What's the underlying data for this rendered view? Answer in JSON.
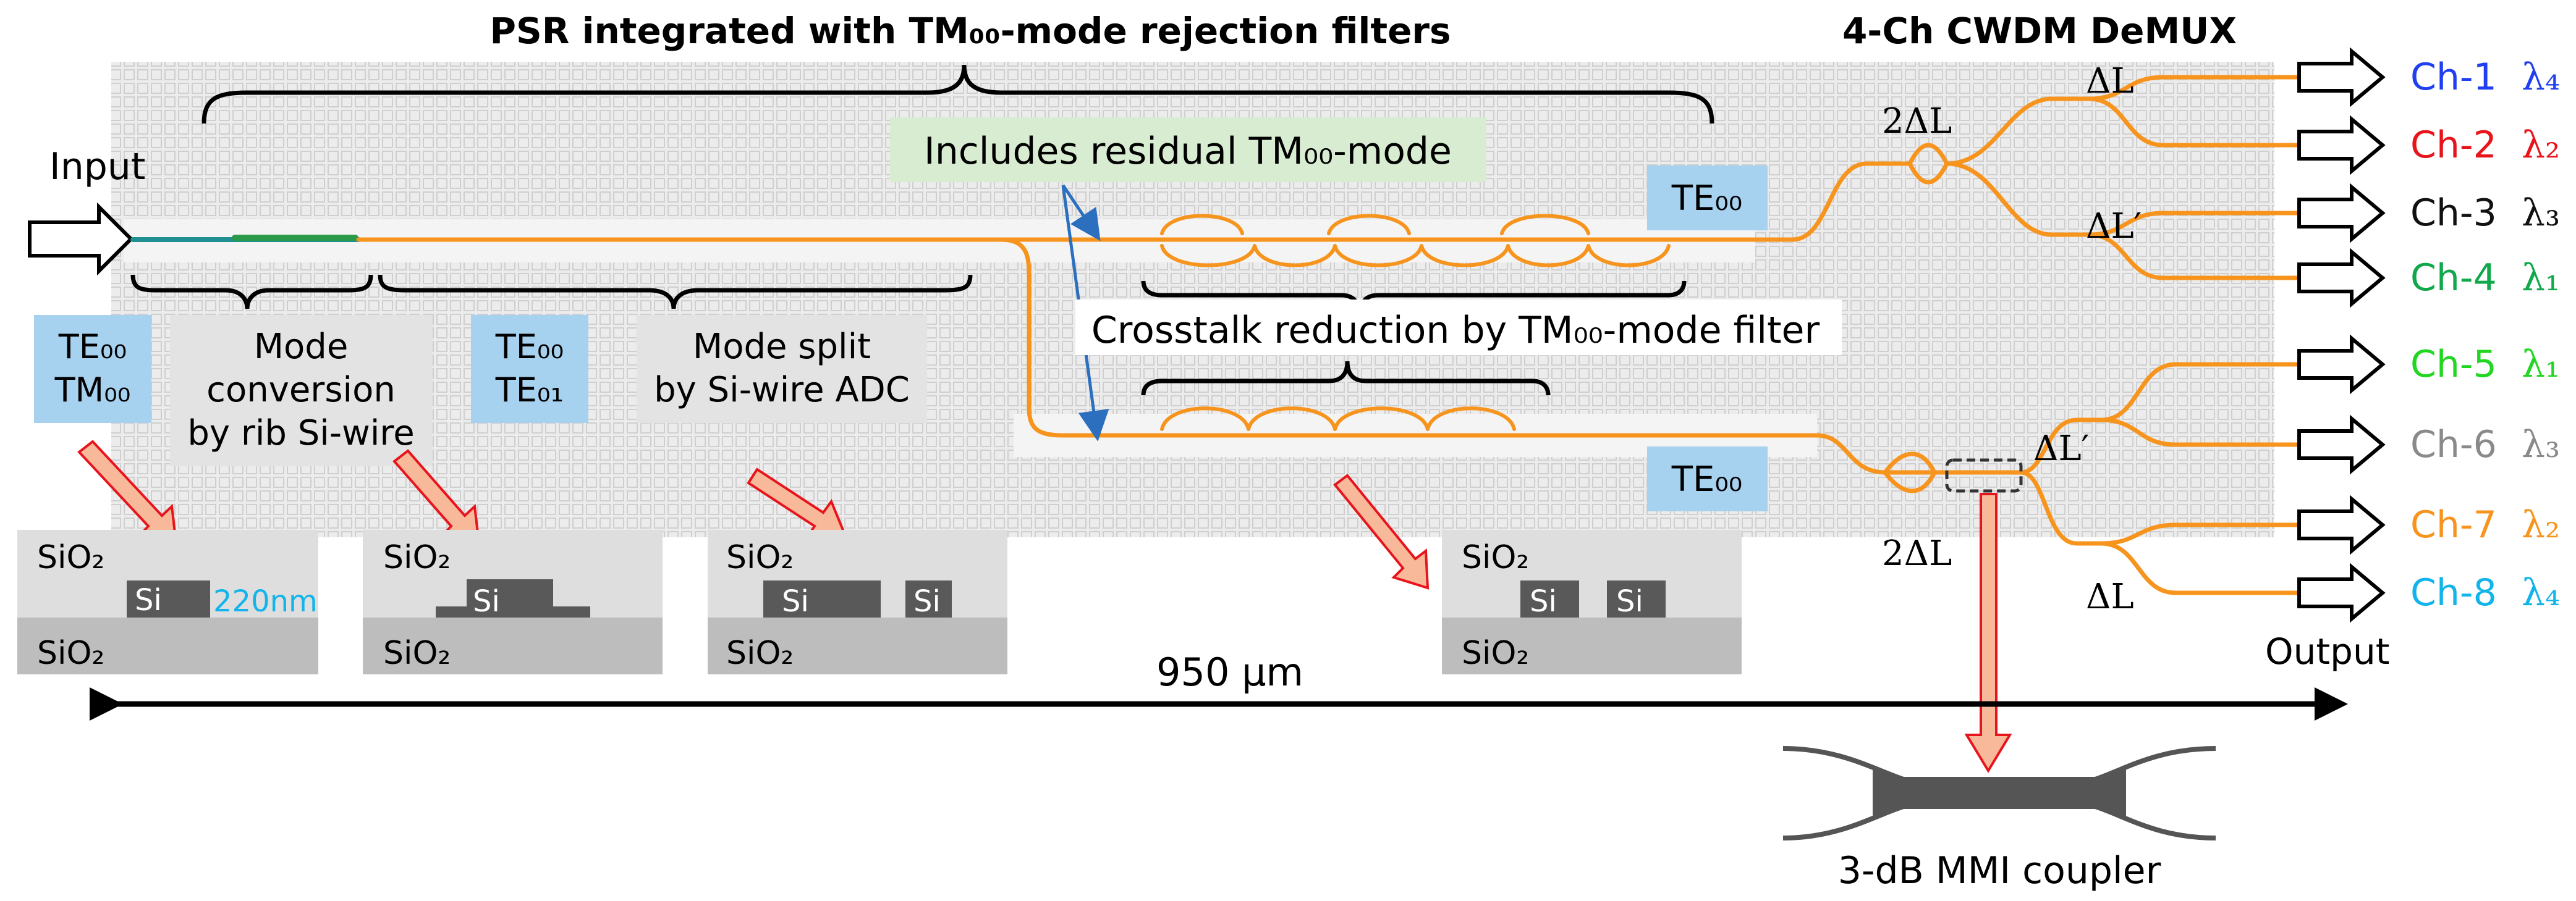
{
  "headings": {
    "psr": "PSR integrated with TM₀₀-mode rejection filters",
    "demux": "4-Ch CWDM DeMUX"
  },
  "labels": {
    "input": "Input",
    "output": "Output",
    "residual": "Includes residual TM₀₀-mode",
    "crosstalk": "Crosstalk reduction by TM₀₀-mode filter",
    "mode_conversion": [
      "Mode",
      "conversion",
      "by rib Si-wire"
    ],
    "mode_split": [
      "Mode split",
      "by Si-wire ADC"
    ],
    "length": "950 μm",
    "mmi": "3-dB MMI coupler"
  },
  "mode_boxes": {
    "in_1": "TE₀₀",
    "in_2": "TM₀₀",
    "mid_1": "TE₀₀",
    "mid_2": "TE₀₁",
    "te_top": "TE₀₀",
    "te_bottom": "TE₀₀"
  },
  "delays": {
    "top_2dl": "2ΔL",
    "top_dl": "ΔL",
    "top_dlp": "ΔL′",
    "bot_dlp": "ΔL′",
    "bot_2dl": "2ΔL",
    "bot_dl": "ΔL"
  },
  "cross_sections": {
    "sio2": "SiO₂",
    "si": "Si",
    "thickness": "220nm"
  },
  "channels": [
    {
      "name": "Ch-1",
      "lambda": "λ₄",
      "color": "#1f3ff0"
    },
    {
      "name": "Ch-2",
      "lambda": "λ₂",
      "color": "#e8141c"
    },
    {
      "name": "Ch-3",
      "lambda": "λ₃",
      "color": "#111111"
    },
    {
      "name": "Ch-4",
      "lambda": "λ₁",
      "color": "#10a84a"
    },
    {
      "name": "Ch-5",
      "lambda": "λ₁",
      "color": "#22d622"
    },
    {
      "name": "Ch-6",
      "lambda": "λ₃",
      "color": "#8a8a8a"
    },
    {
      "name": "Ch-7",
      "lambda": "λ₂",
      "color": "#f7941d"
    },
    {
      "name": "Ch-8",
      "lambda": "λ₄",
      "color": "#12b4ec"
    }
  ],
  "colors": {
    "waveguide": "#f7941d",
    "mode_box": "#a6d1ef",
    "info_box": "#d8ecd2",
    "note_box": "#e3e3e3",
    "callout_arrow_fill": "#f8b89a",
    "callout_arrow_stroke": "#e8141c",
    "pointer_line": "#2c6fbf"
  }
}
